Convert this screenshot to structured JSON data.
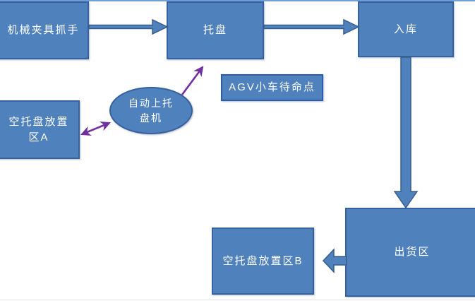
{
  "diagram": {
    "background_color": "#FFFFFF",
    "node_fill_color": "#4F81BD",
    "node_border_color": "#36619E",
    "block_arrow_fill_color": "#4F81BD",
    "block_arrow_border_color": "#385D8A",
    "purple_arrow_color": "#7030A0",
    "text_color": "#FFFFFF",
    "nodes": {
      "gripper": {
        "label": "机械夹具抓手",
        "shape": "rectangle"
      },
      "pallet": {
        "label": "托盘",
        "shape": "rectangle"
      },
      "inbound": {
        "label": "入库",
        "shape": "rectangle"
      },
      "agv_standby": {
        "label": "AGV小车待命点",
        "shape": "rectangle"
      },
      "auto_loader": {
        "label": "自动上托盘机",
        "line1": "自动上托",
        "line2": "盘机",
        "shape": "ellipse"
      },
      "empty_area_a": {
        "label": "空托盘放置区A",
        "line1": "空托盘放置",
        "line2": "区A",
        "shape": "rectangle"
      },
      "outbound": {
        "label": "出货区",
        "shape": "rectangle"
      },
      "empty_area_b": {
        "label": "空托盘放置区B",
        "shape": "rectangle"
      }
    },
    "edges": [
      {
        "from": "机械夹具抓手",
        "to": "托盘",
        "style": "block-arrow",
        "direction": "right",
        "color": "#4F81BD"
      },
      {
        "from": "托盘",
        "to": "入库",
        "style": "block-arrow",
        "direction": "right",
        "color": "#4F81BD"
      },
      {
        "from": "入库",
        "to": "出货区",
        "style": "block-arrow",
        "direction": "down",
        "color": "#4F81BD"
      },
      {
        "from": "出货区",
        "to": "空托盘放置区B",
        "style": "block-arrow",
        "direction": "left",
        "color": "#4F81BD"
      },
      {
        "from": "自动上托盘机",
        "to": "托盘",
        "style": "thin-arrow",
        "direction": "up-right",
        "color": "#7030A0"
      },
      {
        "from": "空托盘放置区A",
        "to": "自动上托盘机",
        "style": "thin-double-arrow",
        "direction": "both",
        "color": "#7030A0"
      }
    ]
  }
}
